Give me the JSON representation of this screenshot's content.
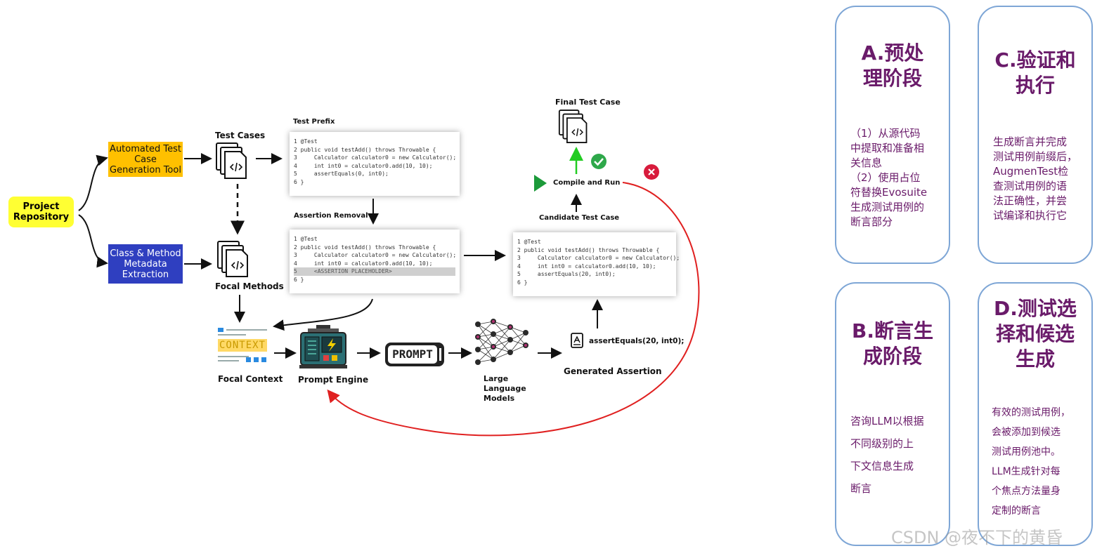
{
  "diagram": {
    "project_repository": "Project\nRepository",
    "automated_tool": "Automated Test\nCase\nGeneration Tool",
    "metadata_extraction": "Class & Method\nMetadata\nExtraction",
    "test_cases": "Test Cases",
    "focal_methods": "Focal Methods",
    "test_prefix": "Test Prefix",
    "assertion_removal": "Assertion Removal",
    "final_test_case": "Final Test Case",
    "compile_and_run": "Compile and Run",
    "candidate_test_case": "Candidate Test Case",
    "focal_context": "Focal Context",
    "context_word": "CONTEXT",
    "prompt_engine": "Prompt Engine",
    "prompt_word": "PROMPT",
    "llm": "Large\nLanguage\nModels",
    "generated_assertion_code": "assertEquals(20, int0);",
    "generated_assertion": "Generated Assertion",
    "code_prefix": [
      "1 @Test",
      "2 public void testAdd() throws Throwable {",
      "3     Calculator calculator0 = new Calculator();",
      "4     int int0 = calculator0.add(10, 10);",
      "5     assertEquals(0, int0);",
      "6 }"
    ],
    "code_removed": [
      "1 @Test",
      "2 public void testAdd() throws Throwable {",
      "3     Calculator calculator0 = new Calculator();",
      "4     int int0 = calculator0.add(10, 10);",
      "5     <ASSERTION PLACEHOLDER>",
      "6 }"
    ],
    "code_candidate": [
      "1 @Test",
      "2 public void testAdd() throws Throwable {",
      "3     Calculator calculator0 = new Calculator();",
      "4     int int0 = calculator0.add(10, 10);",
      "5     assertEquals(20, int0);",
      "6 }"
    ]
  },
  "panels": {
    "a": {
      "title": "A.预处\n理阶段",
      "body": "（1）从源代码\n中提取和准备相\n关信息\n（2）使用占位\n符替换Evosuite\n生成测试用例的\n断言部分"
    },
    "c": {
      "title": "C.验证和\n执行",
      "body": "生成断言并完成\n测试用例前缀后，\nAugmenTest检\n查测试用例的语\n法正确性，并尝\n试编译和执行它"
    },
    "b": {
      "title": "B.断言生\n成阶段",
      "body": "咨询LLM以根据\n不同级别的上\n下文信息生成\n断言"
    },
    "d": {
      "title": "D.测试选\n择和候选\n生成",
      "body": " 有效的测试用例，\n会被添加到候选\n测试用例池中。\nLLM生成针对每\n个焦点方法量身\n定制的断言"
    }
  },
  "watermark": "CSDN @夜不下的黄昏",
  "colors": {
    "tool": "#ffc000",
    "metadata": "#2f3fc0",
    "repository": "#ffff33",
    "panel_text": "#6a1b6a",
    "panel_border": "#7ea6d6",
    "feedback": "#e02020",
    "check": "#2ea84a",
    "cross": "#d81b3c"
  }
}
